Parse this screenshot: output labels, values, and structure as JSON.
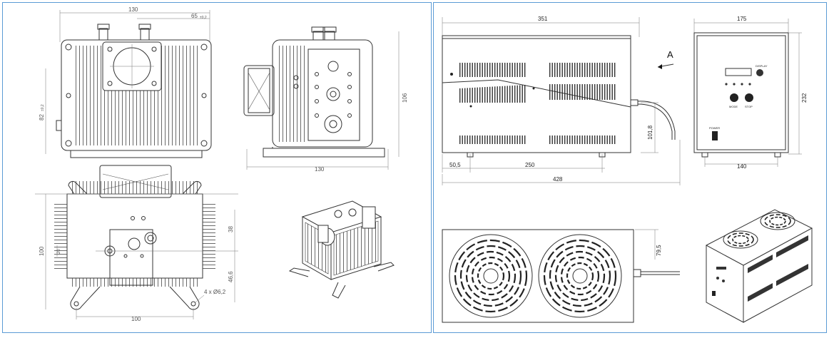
{
  "left_drawing": {
    "dims": {
      "width_top": "130",
      "offset_top": "65",
      "offset_top_suffix": "±0,2",
      "height_left": "82",
      "height_left_suffix": "±0,2",
      "side_height": "106",
      "side_width": "130",
      "bottom_height": "100",
      "bottom_upper": "38",
      "bottom_lower": "46,6",
      "holes": "4 x Ø6,2",
      "bottom_width": "100",
      "small_left": "20"
    }
  },
  "right_drawing": {
    "dims": {
      "side_length": "351",
      "front_width": "175",
      "front_height": "232",
      "cable_height": "101,8",
      "left_offset": "50,5",
      "foot_spacing": "250",
      "total_length": "428",
      "front_feet": "140",
      "fan_depth": "79,5"
    },
    "view_arrow_label": "A",
    "panel_labels": {
      "display": "DISPLAY",
      "power": "POWER",
      "btn_left": "MODE",
      "btn_right": "STOP"
    }
  }
}
